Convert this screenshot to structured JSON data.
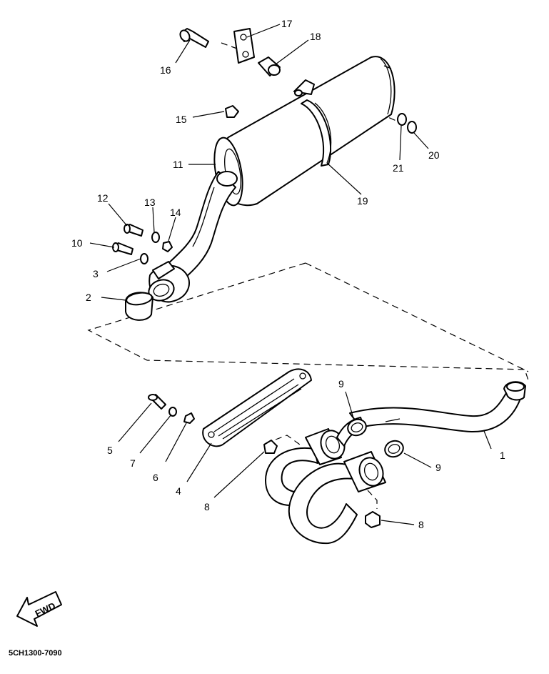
{
  "diagram": {
    "drawing_code": "5CH1300-7090",
    "direction_label": "FWD",
    "callouts": [
      {
        "id": "1",
        "label": "1"
      },
      {
        "id": "2",
        "label": "2"
      },
      {
        "id": "3",
        "label": "3"
      },
      {
        "id": "4",
        "label": "4"
      },
      {
        "id": "5",
        "label": "5"
      },
      {
        "id": "6",
        "label": "6"
      },
      {
        "id": "7",
        "label": "7"
      },
      {
        "id": "8a",
        "label": "8"
      },
      {
        "id": "8b",
        "label": "8"
      },
      {
        "id": "9a",
        "label": "9"
      },
      {
        "id": "9b",
        "label": "9"
      },
      {
        "id": "10",
        "label": "10"
      },
      {
        "id": "11",
        "label": "11"
      },
      {
        "id": "12",
        "label": "12"
      },
      {
        "id": "13",
        "label": "13"
      },
      {
        "id": "14",
        "label": "14"
      },
      {
        "id": "15",
        "label": "15"
      },
      {
        "id": "16",
        "label": "16"
      },
      {
        "id": "17",
        "label": "17"
      },
      {
        "id": "18",
        "label": "18"
      },
      {
        "id": "19",
        "label": "19"
      },
      {
        "id": "20",
        "label": "20"
      },
      {
        "id": "21",
        "label": "21"
      }
    ]
  }
}
